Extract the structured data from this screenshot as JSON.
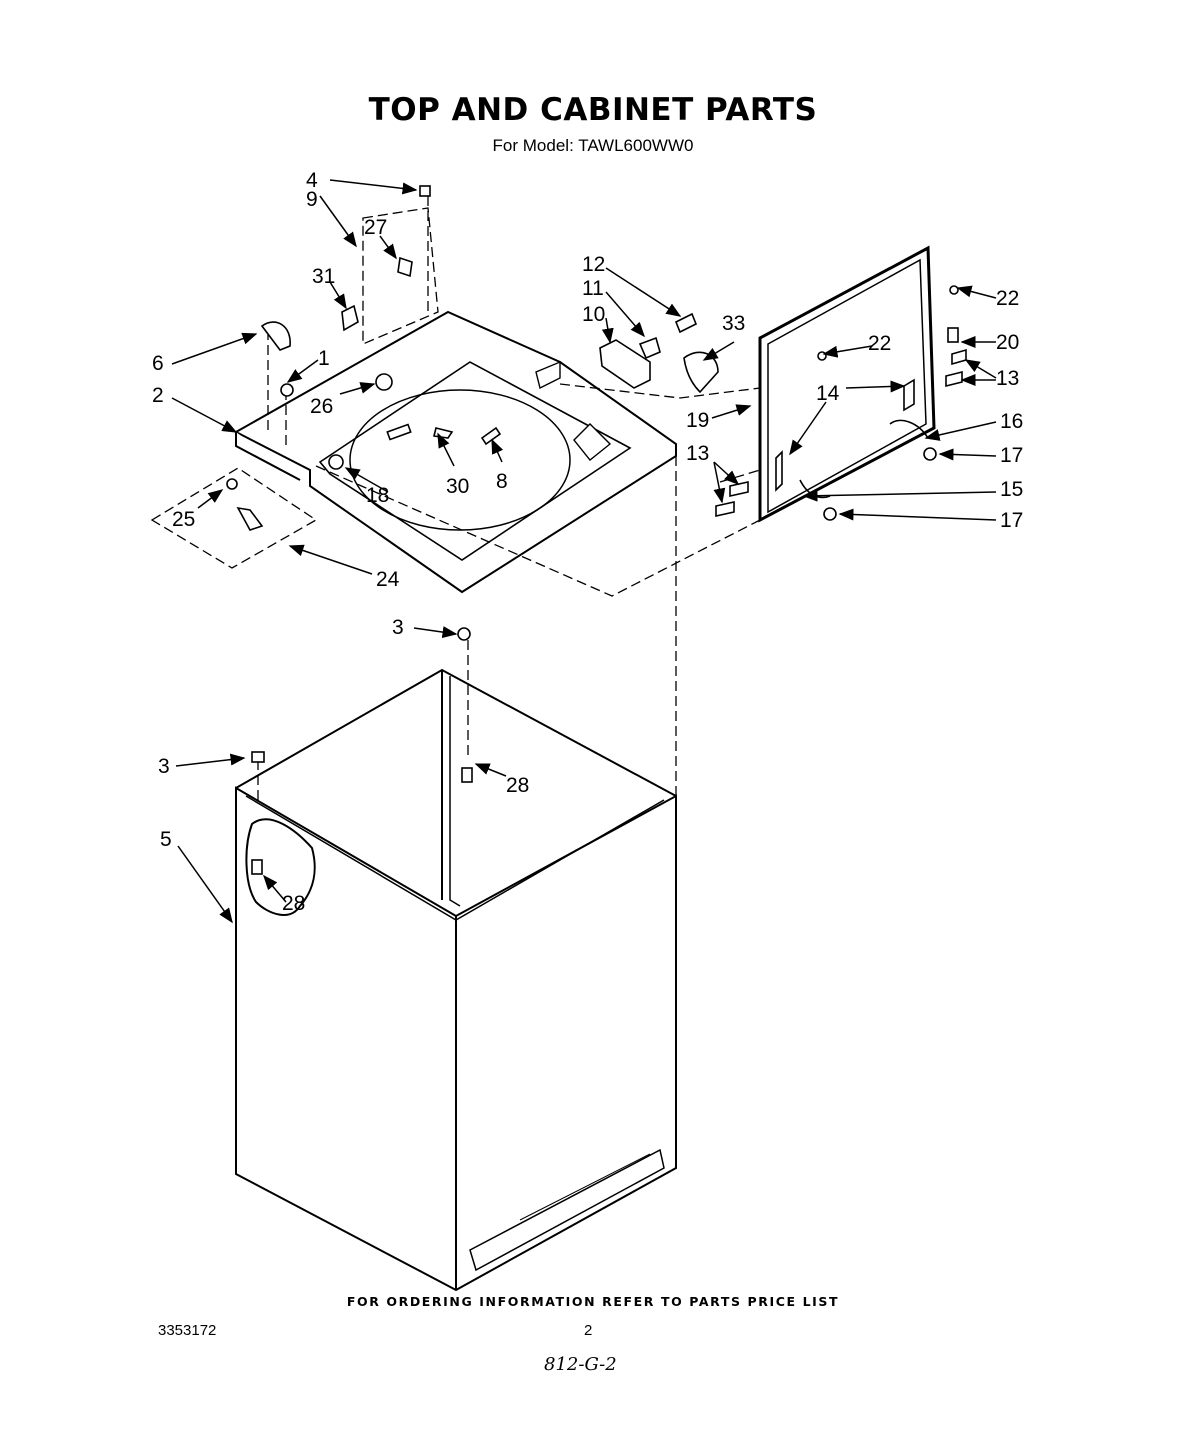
{
  "header": {
    "title": "TOP AND CABINET PARTS",
    "subtitle": "For Model: TAWL600WW0"
  },
  "callouts": [
    "4",
    "9",
    "27",
    "31",
    "6",
    "1",
    "2",
    "26",
    "12",
    "11",
    "10",
    "33",
    "22",
    "22",
    "20",
    "13",
    "14",
    "19",
    "16",
    "17",
    "13",
    "15",
    "17",
    "8",
    "30",
    "18",
    "25",
    "24",
    "3",
    "28",
    "3",
    "5",
    "28"
  ],
  "footer": {
    "note": "FOR ORDERING INFORMATION REFER TO PARTS PRICE LIST",
    "doc_number": "3353172",
    "page_number": "2",
    "handwritten": "812-G-2"
  }
}
